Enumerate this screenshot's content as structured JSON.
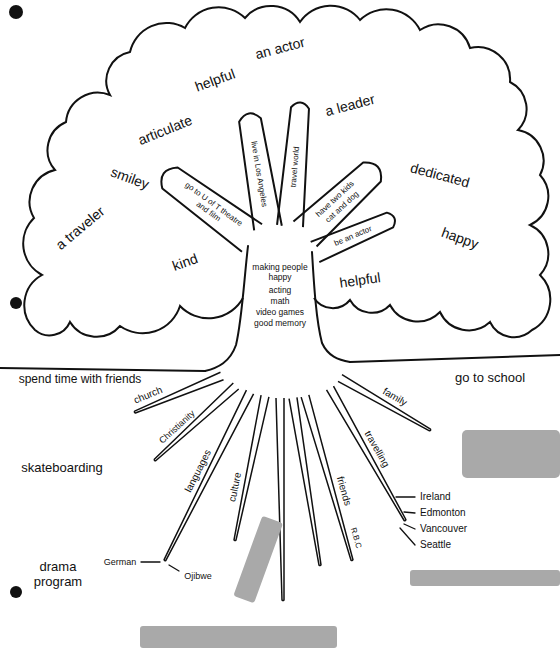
{
  "diagram": {
    "labels": [
      "an actor",
      "helpful",
      "articulate",
      "a leader",
      "smiley",
      "dedicated",
      "a traveler",
      "happy",
      "kind",
      "helpful",
      "go to U of T theatre and film",
      "live in Los Angeles",
      "travel world",
      "have two kids",
      "cat and dog",
      "be an actor",
      "making people happy",
      "acting",
      "math",
      "video games",
      "good memory",
      "spend time with friends",
      "go to school",
      "church",
      "Christianity",
      "skateboarding",
      "family",
      "languages",
      "culture",
      "friends",
      "R.B.C",
      "travelling",
      "Ireland",
      "Edmonton",
      "Vancouver",
      "Seattle",
      "German",
      "Ojibwe",
      "drama program"
    ]
  }
}
